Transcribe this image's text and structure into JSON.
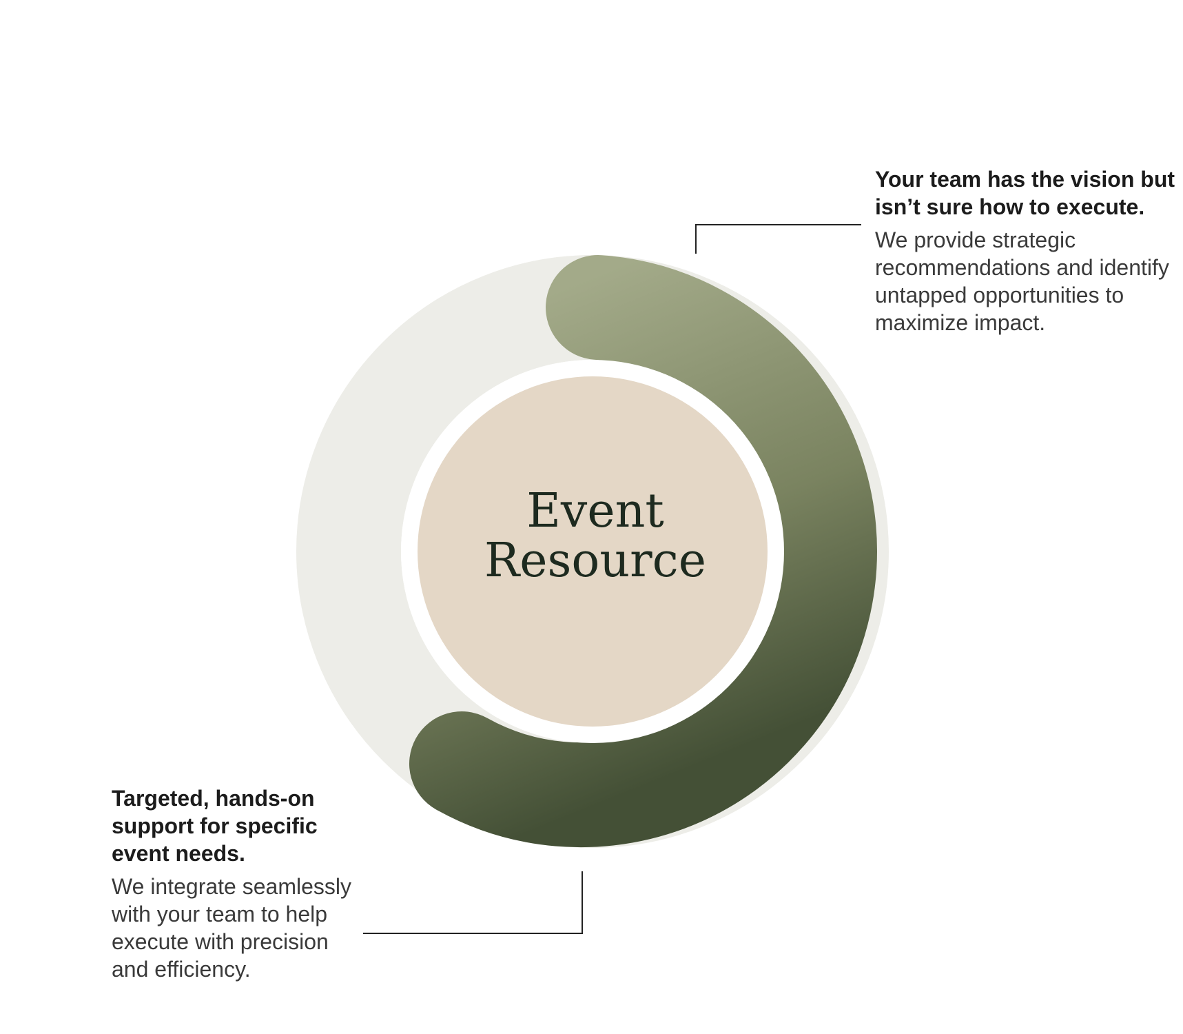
{
  "center": {
    "line1": "Event",
    "line2": "Resource"
  },
  "callout_top": {
    "heading": "Your team has the vision but isn’t sure how to execute.",
    "body": "We provide strategic recommendations and identify untapped opportunities to maximize impact."
  },
  "callout_bottom": {
    "heading": "Targeted, hands-on support for specific event needs.",
    "body": "We integrate seamlessly with your team to help execute with precision and efficiency."
  },
  "colors": {
    "track": "#edede8",
    "arc_light": "#a3aa89",
    "arc_dark": "#445036",
    "inner_circle": "#e4d7c6",
    "text_dark": "#1c1c1c",
    "connector": "#222222"
  }
}
